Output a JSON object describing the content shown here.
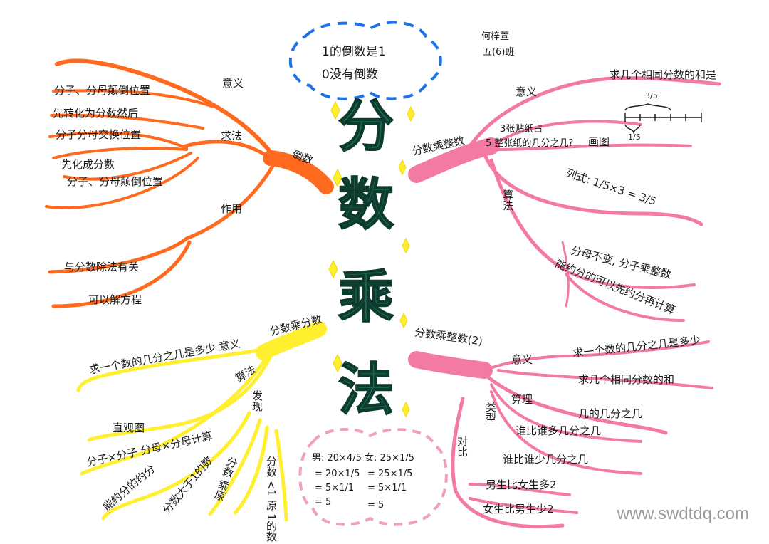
{
  "title": [
    "分",
    "数",
    "乘",
    "法"
  ],
  "author": {
    "name": "何梓萱",
    "class": "五(6)班"
  },
  "cloud_top": {
    "line1": "1的倒数是1",
    "line2": "0没有倒数"
  },
  "left_top": {
    "root": "倒数",
    "b_meaning": "意义",
    "b_method": "求法",
    "b_use": "作用",
    "l1": "分子、分母颠倒位置",
    "l2": "先转化为分数然后",
    "l3": "分子分母交换位置",
    "l4": "先化成分数",
    "l5": "分子、分母颠倒位置",
    "l6": "与分数除法有关",
    "l7": "可以解方程"
  },
  "right_top": {
    "root": "分数乘整数",
    "b_meaning": "意义",
    "b_draw": "画图",
    "b_calc": "算法",
    "meaning_text": "求几个相同分数的和是",
    "draw_a": "3张贴纸占",
    "draw_b": "5 整张纸的几分之几?",
    "fig_top": "3/5",
    "fig_bottom": "1/5",
    "formula": "列式: 1/5×3 = 3/5",
    "c1": "分母不变, 分子乘整数",
    "c2": "能约分的可以先约分再计算"
  },
  "left_bottom": {
    "root": "分数乘分数",
    "b_calc": "算法",
    "b_find": "发现",
    "l1": "求一个数的几分之几是多少 意义",
    "l2": "直观图",
    "l3": "分子×分子 分母×分母计算",
    "l4": "能约分的约分",
    "l5": "分数大于1的数",
    "l6": "分数 乘原",
    "l7": "分数 <1 原 1的数"
  },
  "right_bottom": {
    "root": "分数乘整数(2)",
    "b_meaning": "意义",
    "b_type": "类型",
    "b_calc": "算理",
    "b_compare": "对比",
    "m1": "求一个数的几分之几是多少",
    "m2": "求几个相同分数的和",
    "r1": "几的几分之几",
    "r2": "谁比谁多几分之几",
    "r3": "谁比谁少几分之几",
    "r4": "男生比女生多2",
    "r5": "女生比男生少2"
  },
  "cloud_bottom": {
    "left": [
      "男: 20×4/5",
      "= 20×1/5",
      "= 5×1/1",
      "= 5"
    ],
    "right": [
      "女: 25×1/5",
      "= 25×1/5",
      "= 5×1/1",
      "= 5"
    ]
  },
  "watermark": "www.swdtdq.com",
  "colors": {
    "orange": "#ff6a1e",
    "pink": "#f27aa4",
    "yellow": "#ffef2e",
    "blue": "#1e73e8",
    "title": "#1d6b55",
    "cloud_pink": "#f0a0b8"
  }
}
